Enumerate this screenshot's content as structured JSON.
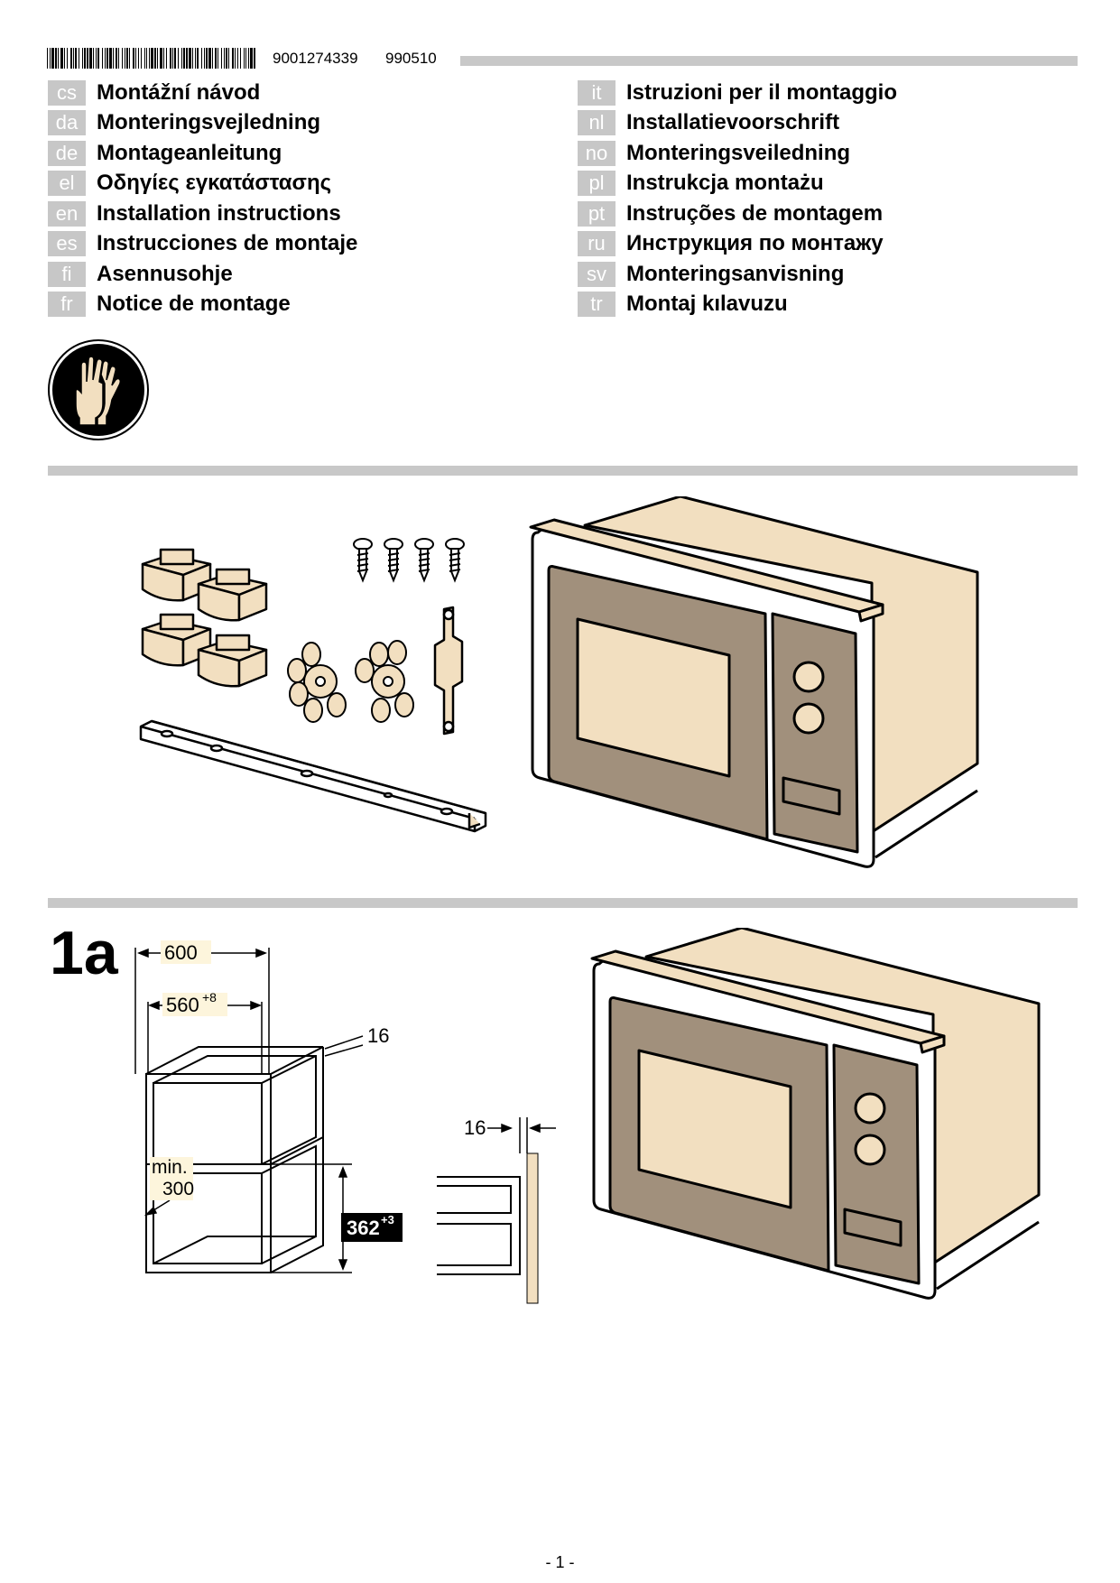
{
  "header": {
    "barcode_icon": "barcode-icon",
    "doc_number": "9001274339",
    "date_code": "990510"
  },
  "languages_left": [
    {
      "code": "cs",
      "title": "Montážní návod"
    },
    {
      "code": "da",
      "title": "Monteringsvejledning"
    },
    {
      "code": "de",
      "title": "Montageanleitung"
    },
    {
      "code": "el",
      "title": "Οδηγίες εγκατάστασης"
    },
    {
      "code": "en",
      "title": "Installation instructions"
    },
    {
      "code": "es",
      "title": "Instrucciones de montaje"
    },
    {
      "code": "fi",
      "title": "Asennusohje"
    },
    {
      "code": "fr",
      "title": "Notice de montage"
    }
  ],
  "languages_right": [
    {
      "code": "it",
      "title": "Istruzioni per il montaggio"
    },
    {
      "code": "nl",
      "title": "Installatievoorschrift"
    },
    {
      "code": "no",
      "title": "Monteringsveiledning"
    },
    {
      "code": "pl",
      "title": "Instrukcja montażu"
    },
    {
      "code": "pt",
      "title": "Instruções de montagem"
    },
    {
      "code": "ru",
      "title": "Инструкция по монтажу"
    },
    {
      "code": "sv",
      "title": "Monteringsanvisning"
    },
    {
      "code": "tr",
      "title": "Montaj kılavuzu"
    }
  ],
  "safety_sign": "gloves-icon",
  "step": {
    "label": "1a",
    "dims": {
      "width_outer": "600",
      "width_inner": "560",
      "width_inner_tol": "+8",
      "panel": "16",
      "side": "16",
      "min_label": "min.",
      "min_value": "300",
      "height": "362",
      "height_tol": "+3"
    }
  },
  "colors": {
    "beige": "#f2dfc0",
    "taupe": "#a1907c",
    "rule_gray": "#c8c8c8",
    "code_gray": "#c7c7c7"
  },
  "footer": {
    "page": "- 1 -"
  }
}
